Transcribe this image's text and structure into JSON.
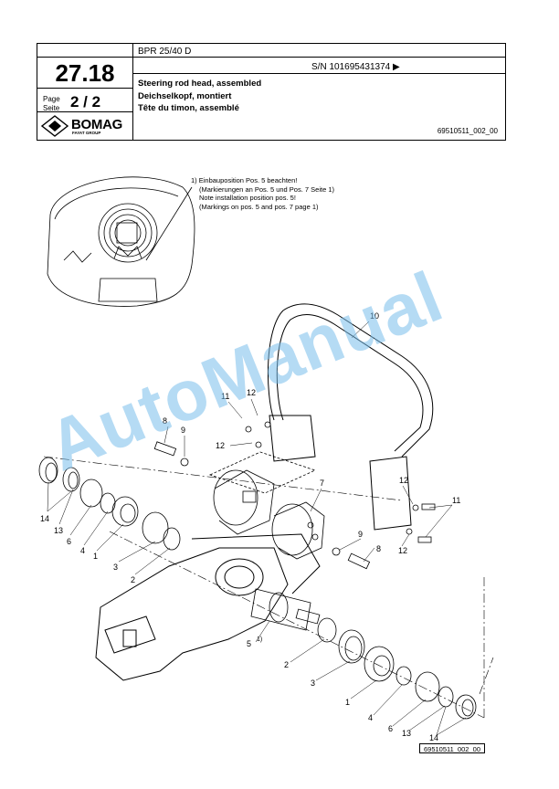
{
  "header": {
    "section_number": "27.18",
    "page_label": "Page\nSeite",
    "page_value": "2 / 2",
    "brand": "BOMAG",
    "brand_sub": "FAYAT GROUP",
    "model": "BPR 25/40 D",
    "serial": "S/N 101695431374 ▶",
    "title_en": "Steering rod head, assembled",
    "title_de": "Deichselkopf, montiert",
    "title_fr": "Tête du timon, assemblé",
    "doc_ref": "69510511_002_00"
  },
  "note": {
    "line1": "1)  Einbauposition Pos. 5 beachten!",
    "line2": "(Markierungen an Pos. 5 und Pos. 7 Seite 1)",
    "line3": "Note installation position pos. 5!",
    "line4": "(Markings on pos. 5 and pos. 7 page 1)"
  },
  "labels": {
    "l10": "10",
    "l11a": "11",
    "l12a": "12",
    "l8a": "8",
    "l9a": "9",
    "l12b": "12",
    "l7": "7",
    "l12c": "12",
    "l11b": "11",
    "l9b": "9",
    "l8b": "8",
    "l12d": "12",
    "l14a": "14",
    "l13a": "13",
    "l6a": "6",
    "l4a": "4",
    "l1a": "1",
    "l3a": "3",
    "l2a": "2",
    "l5": "5",
    "l5sup": "1)",
    "l2b": "2",
    "l3b": "3",
    "l1b": "1",
    "l4b": "4",
    "l6b": "6",
    "l13b": "13",
    "l14b": "14"
  },
  "watermark": "AutoManual",
  "figure_ref": "69510511_002_00"
}
